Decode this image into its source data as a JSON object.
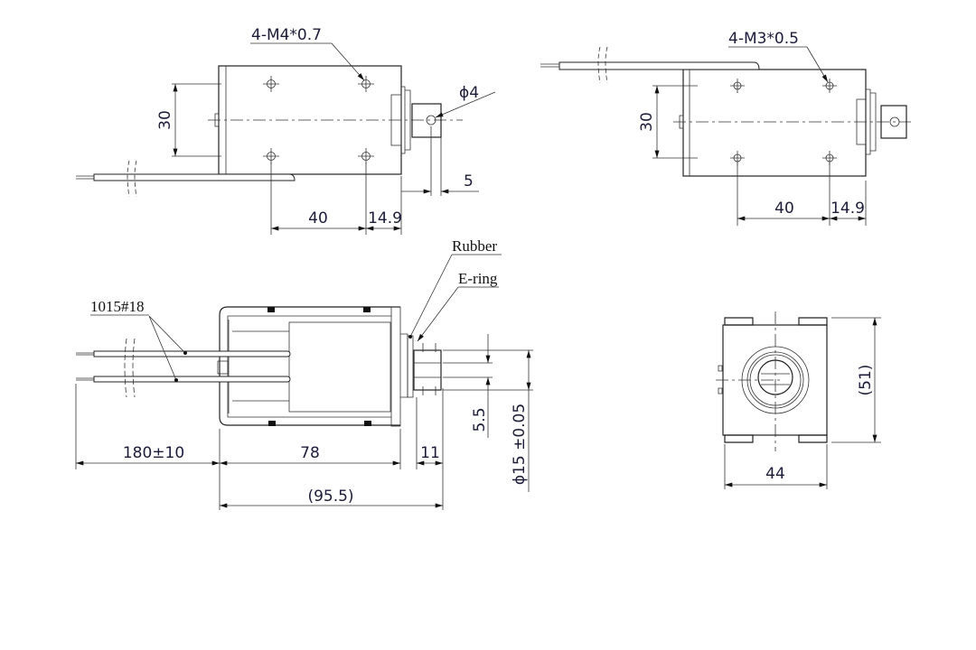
{
  "top_left_view": {
    "thread_callout": "4-M4*0.7",
    "hole_dia": "ϕ4",
    "dim_height": "30",
    "dim_hole_spacing": "40",
    "dim_end_offset": "14.9",
    "dim_tab": "5"
  },
  "top_right_view": {
    "thread_callout": "4-M3*0.5",
    "dim_height": "30",
    "dim_hole_spacing": "40",
    "dim_end_offset": "14.9"
  },
  "side_section_view": {
    "wire_label": "1015#18",
    "rubber_label": "Rubber",
    "ering_label": "E-ring",
    "dim_wire_length": "180±10",
    "dim_body_length": "78",
    "dim_plunger_ext": "11",
    "dim_overall": "(95.5)",
    "dim_slot": "5.5",
    "dim_plunger_dia": "ϕ15 ±0.05"
  },
  "end_view": {
    "dim_height": "(51)",
    "dim_width": "44"
  }
}
